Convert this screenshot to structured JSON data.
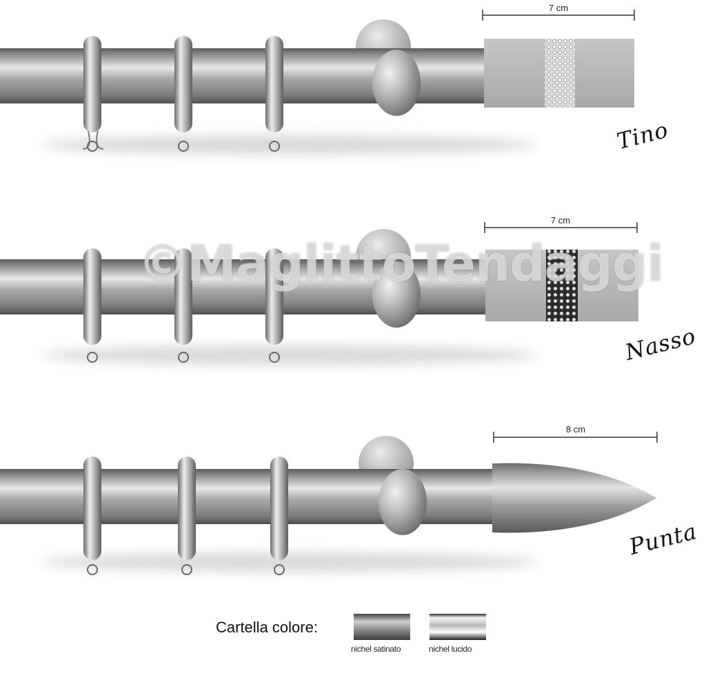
{
  "products": [
    {
      "name": "Tino",
      "finial_width": "7 cm"
    },
    {
      "name": "Nasso",
      "finial_width": "7 cm"
    },
    {
      "name": "Punta",
      "finial_width": "8 cm"
    }
  ],
  "watermark": "©MaglittoTendaggi",
  "swatches": {
    "title": "Cartella colore:",
    "items": [
      {
        "label": "nichel satinato",
        "color": "#8e8e8e"
      },
      {
        "label": "nichel lucido",
        "color": "#b9b9b9"
      }
    ]
  },
  "colors": {
    "metal": "#9a9a9a",
    "metal_highlight": "#e6e6e6",
    "crystal_dark": "#2b2b2b"
  }
}
